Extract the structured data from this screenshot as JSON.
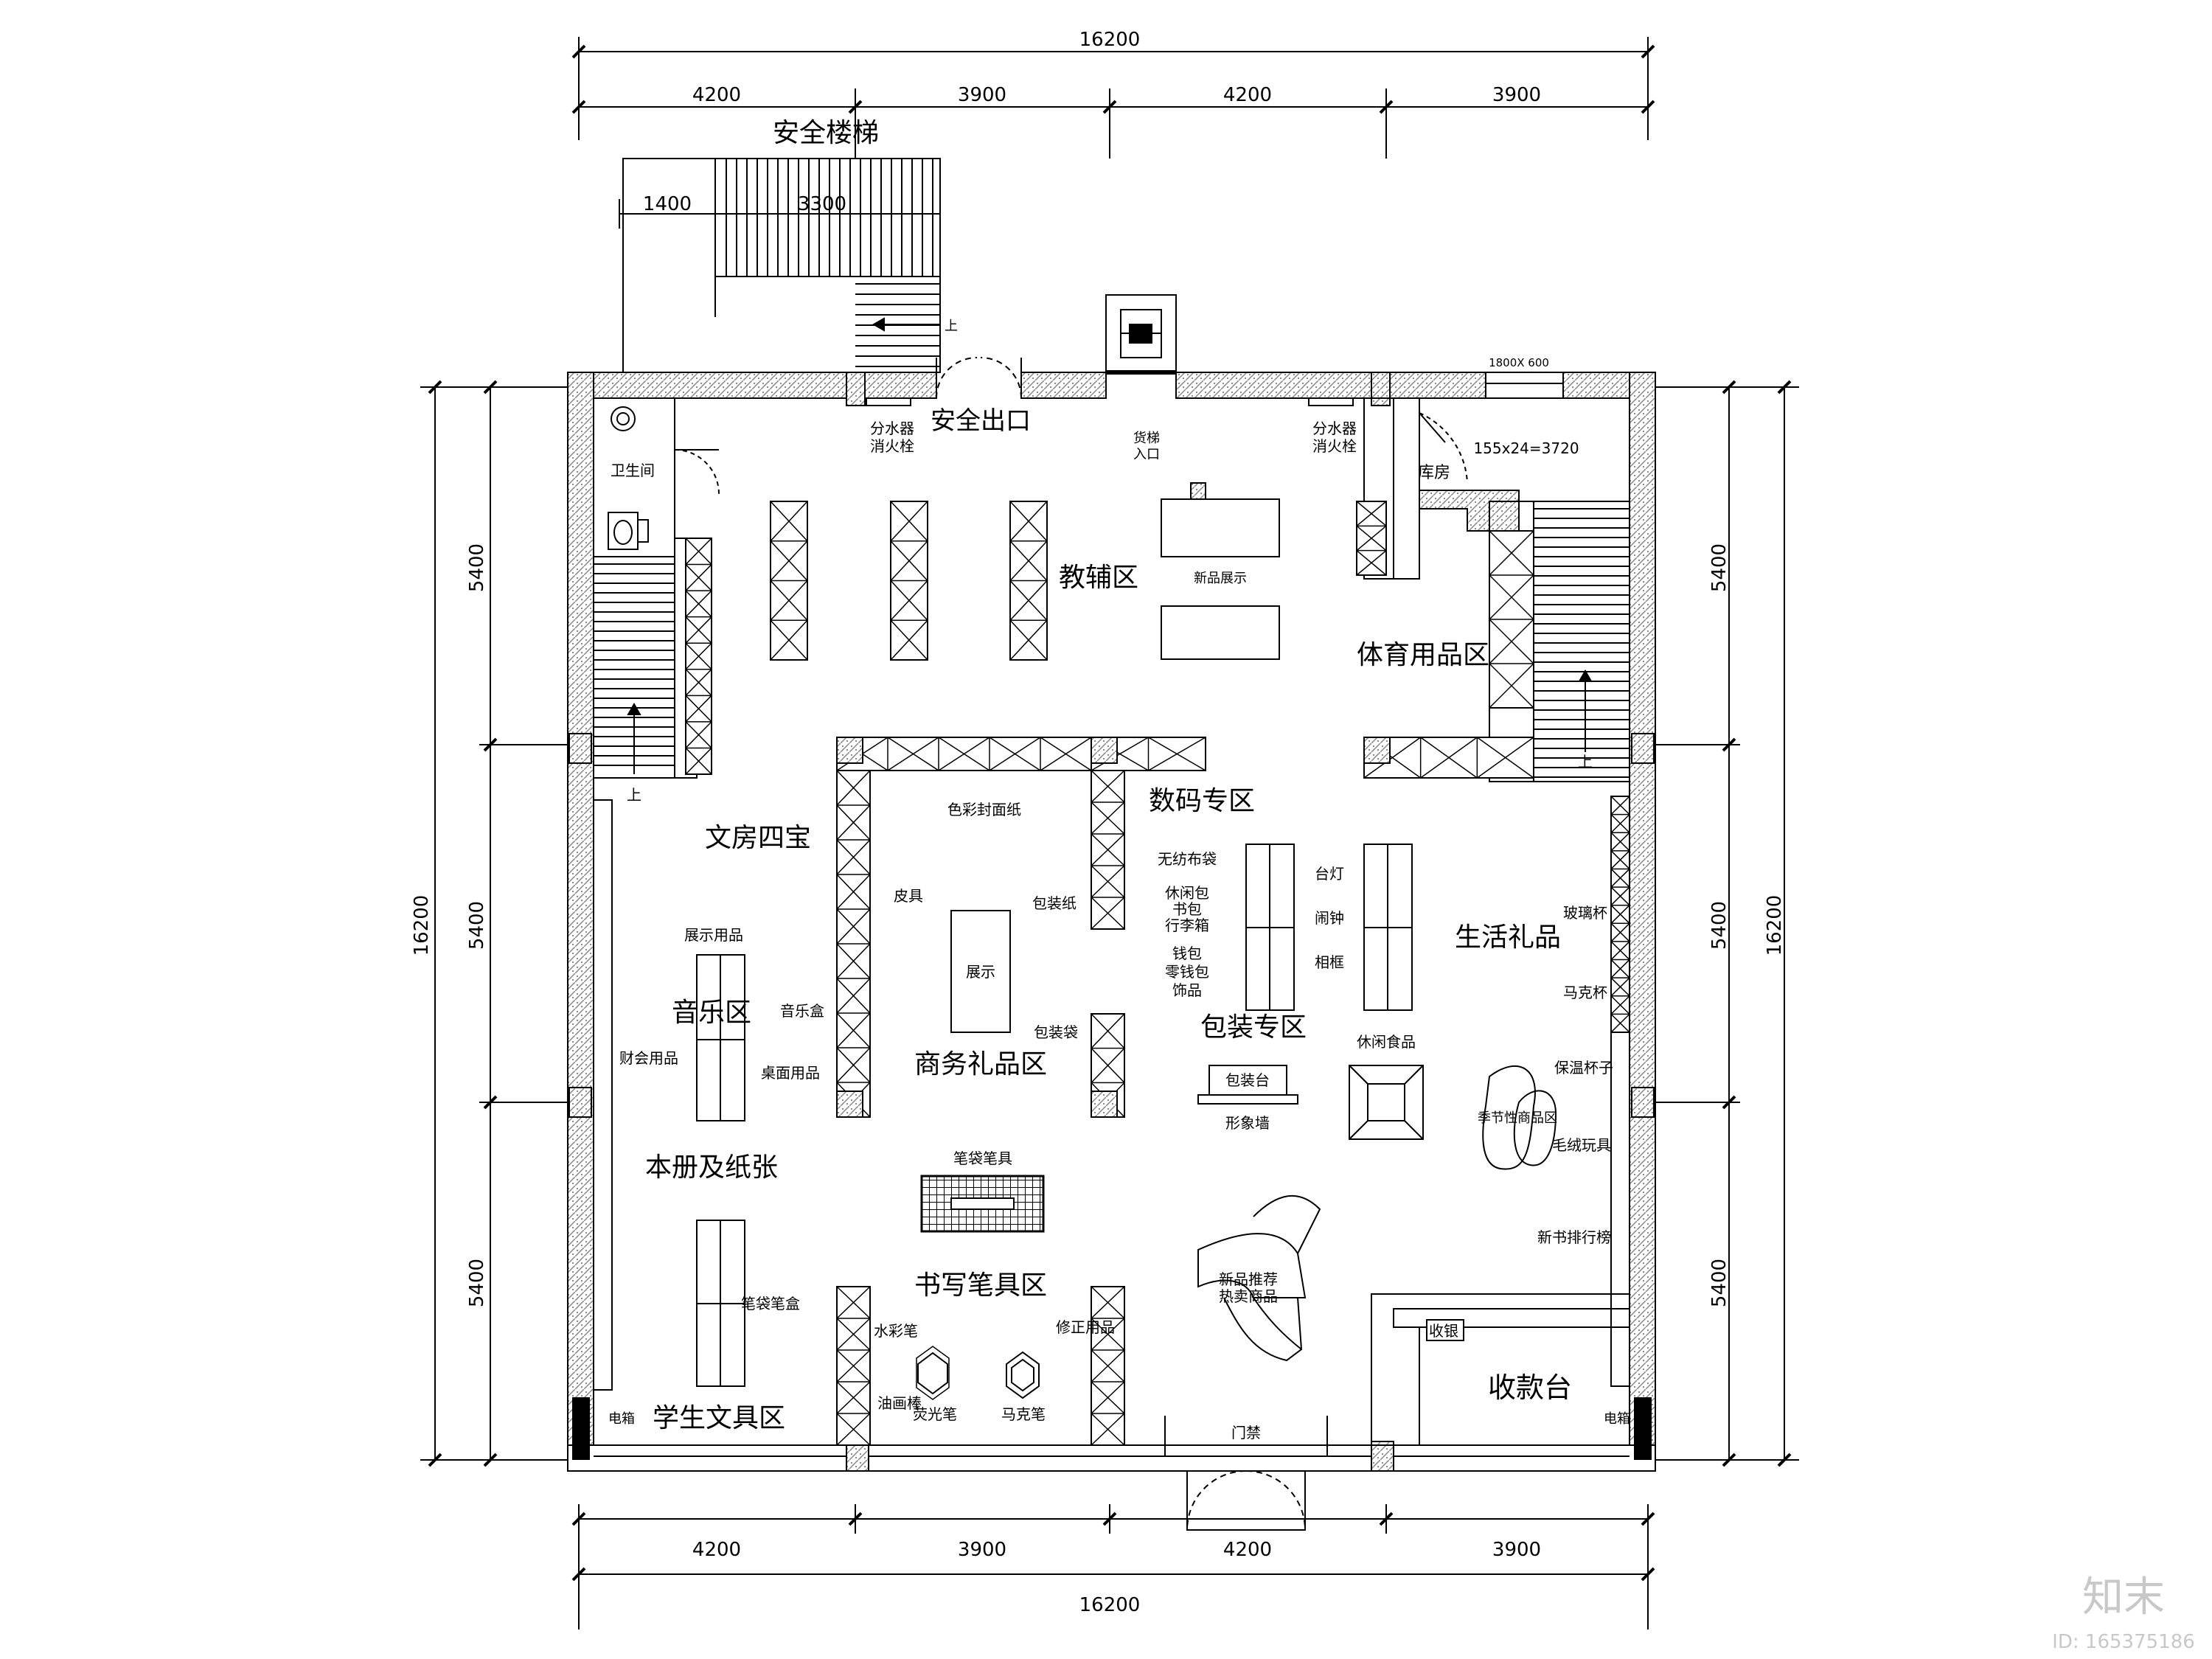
{
  "dimensions": {
    "top_total": "16200",
    "top_segments": [
      "4200",
      "3900",
      "4200",
      "3900"
    ],
    "bottom_total": "16200",
    "bottom_segments": [
      "4200",
      "3900",
      "4200",
      "3900"
    ],
    "left_total": "16200",
    "left_segments": [
      "5400",
      "5400",
      "5400"
    ],
    "right_total": "16200",
    "right_segments": [
      "5400",
      "5400",
      "5400"
    ],
    "stair_segments": [
      "1400",
      "3300"
    ],
    "window_note": "1800X 600",
    "stair_note": "155x24=3720"
  },
  "rooms": {
    "safety_stair": "安全楼梯",
    "safety_exit": "安全出口",
    "freight_elevator": [
      "货梯",
      "入口"
    ],
    "water_valve_left": [
      "分水器",
      "消火栓"
    ],
    "water_valve_right": [
      "分水器",
      "消火栓"
    ],
    "toilet": "卫生间",
    "storeroom": "库房",
    "stair_up": "上",
    "door_label": "门禁",
    "electric_box_left": "电箱",
    "electric_box_right": "电箱"
  },
  "zones": {
    "teaching": "教辅区",
    "new_display": "新品展示",
    "sports": "体育用品区",
    "digital": "数码专区",
    "four_treasures": "文房四宝",
    "music": "音乐区",
    "business_gift": "商务礼品区",
    "packaging": "包装专区",
    "life_gift": "生活礼品",
    "notebooks": "本册及纸张",
    "writing": "书写笔具区",
    "student": "学生文具区",
    "cashier": "收款台"
  },
  "labels": {
    "color_cover_paper": "色彩封面纸",
    "leather": "皮具",
    "wrapping_paper": "包装纸",
    "display": "展示",
    "packing_bag": "包装袋",
    "exhibit_supplies": "展示用品",
    "music_box": "音乐盒",
    "finance_supplies": "财会用品",
    "desk_supplies": "桌面用品",
    "digital_items": [
      "无纺布袋",
      "休闲包",
      "书包",
      "行李箱",
      "钱包",
      "零钱包",
      "饰品"
    ],
    "lamp": "台灯",
    "clock": "闹钟",
    "photo_frame": "相框",
    "snacks": "休闲食品",
    "pack_table": "包装台",
    "image_wall": "形象墙",
    "glass_cup": "玻璃杯",
    "mug": "马克杯",
    "thermos": "保温杯子",
    "plush": "毛绒玩具",
    "seasonal": "季节性商品区",
    "bestseller": "新书排行榜",
    "pen_tools": "笔袋笔具",
    "pen_case": "笔袋笔盒",
    "watercolor": "水彩笔",
    "new_pick": [
      "新品推荐",
      "热卖商品"
    ],
    "correction": "修正用品",
    "brush": "油画棒",
    "highlighter": "荧光笔",
    "marker": "马克笔",
    "cash_register": "收银",
    "stair_top": "上"
  },
  "watermark": {
    "brand": "知末",
    "id": "ID: 165375186"
  }
}
